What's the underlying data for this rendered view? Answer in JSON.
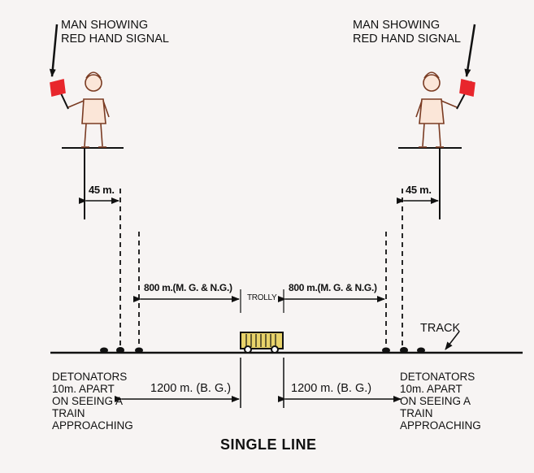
{
  "diagram": {
    "title": "SINGLE LINE",
    "signal_label_left": "MAN SHOWING\nRED HAND SIGNAL",
    "signal_label_right": "MAN SHOWING\nRED HAND SIGNAL",
    "dist_45_left": "45 m.",
    "dist_45_right": "45 m.",
    "dist_800_left": "800 m.(M. G. & N.G.)",
    "dist_800_right": "800 m.(M. G. & N.G.)",
    "trolly_label": "TROLLY",
    "track_label": "TRACK",
    "dist_1200_left": "1200 m. (B. G.)",
    "dist_1200_right": "1200 m. (B. G.)",
    "detonators_left": "DETONATORS\n10m. APART\nON SEEING A\nTRAIN\nAPPROACHING",
    "detonators_right": "DETONATORS\n10m. APART\nON SEEING A\nTRAIN\nAPPROACHING"
  },
  "colors": {
    "line": "#111111",
    "flag": "#e8262c",
    "figure": "#7a3b22",
    "trolly_fill": "#e8d36a"
  }
}
